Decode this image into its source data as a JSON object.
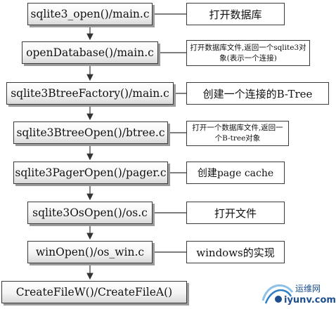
{
  "steps": [
    {
      "func": "sqlite3_open()/main.c",
      "note": "打开数据库"
    },
    {
      "func": "openDatabase()/main.c",
      "note": "打开数据库文件,返回一个sqlite3对象(表示一个连接)"
    },
    {
      "func": "sqlite3BtreeFactory()/main.c",
      "note": "创建一个连接的B-Tree"
    },
    {
      "func": "sqlite3BtreeOpen()/btree.c",
      "note": "打开一个数据库文件,返回一个B-tree对象"
    },
    {
      "func": "sqlite3PagerOpen()/pager.c",
      "note": "创建page cache"
    },
    {
      "func": "sqlite3OsOpen()/os.c",
      "note": "打开文件"
    },
    {
      "func": "winOpen()/os_win.c",
      "note": "windows的实现"
    },
    {
      "func": "CreateFileW()/CreateFileA()",
      "note": ""
    }
  ],
  "watermark": {
    "line1": "运维网",
    "line2": "iyunv.com"
  }
}
